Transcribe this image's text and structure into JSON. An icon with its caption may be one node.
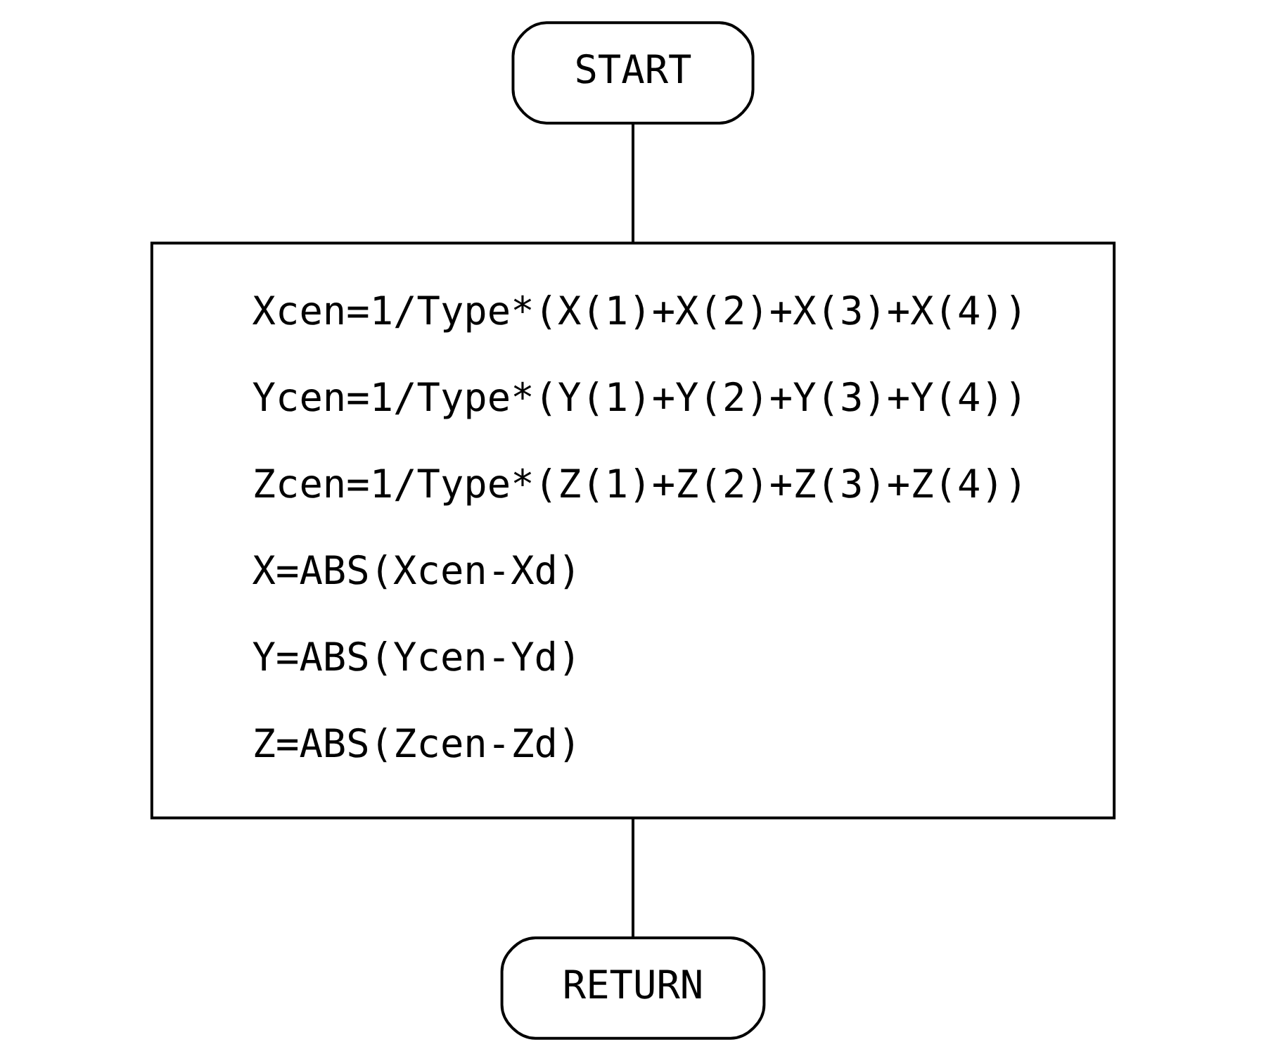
{
  "diagram": {
    "nodes": [
      {
        "text": [
          "START"
        ]
      },
      {
        "text": [
          "Xcen=1/Type*(X(1)+X(2)+X(3)+X(4))",
          "Ycen=1/Type*(Y(1)+Y(2)+Y(3)+Y(4))",
          "Zcen=1/Type*(Z(1)+Z(2)+Z(3)+Z(4))",
          "X=ABS(Xcen-Xd)",
          "Y=ABS(Ycen-Yd)",
          "Z=ABS(Zcen-Zd)"
        ]
      },
      {
        "text": [
          "RETURN"
        ]
      }
    ],
    "edges": [
      {
        "from": 0,
        "to": 1,
        "arrow": "none"
      },
      {
        "from": 1,
        "to": 2,
        "arrow": "none"
      }
    ]
  }
}
